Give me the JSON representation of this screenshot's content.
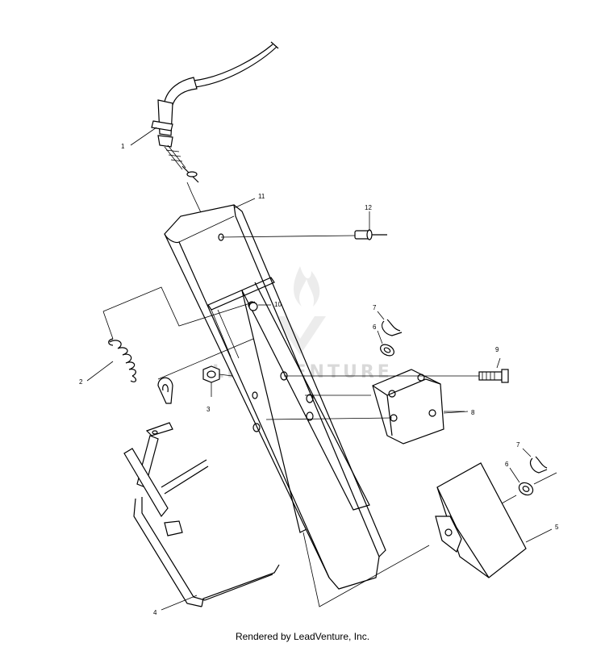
{
  "watermark": {
    "brand_text": "LEADVENTURE",
    "color": "#d9d9d9"
  },
  "callouts": [
    {
      "id": "1",
      "text": "1",
      "part": "throttle-cable"
    },
    {
      "id": "2",
      "text": "2",
      "part": "return-spring"
    },
    {
      "id": "3",
      "text": "3",
      "part": "nut"
    },
    {
      "id": "4",
      "text": "4",
      "part": "pedal-lever"
    },
    {
      "id": "5",
      "text": "5",
      "part": "stop-block"
    },
    {
      "id": "6a",
      "text": "6",
      "part": "washer-upper"
    },
    {
      "id": "6b",
      "text": "6",
      "part": "washer-lower"
    },
    {
      "id": "7a",
      "text": "7",
      "part": "cotter-pin-upper"
    },
    {
      "id": "7b",
      "text": "7",
      "part": "cotter-pin-lower"
    },
    {
      "id": "8",
      "text": "8",
      "part": "pedal-pad"
    },
    {
      "id": "9",
      "text": "9",
      "part": "bolt"
    },
    {
      "id": "10",
      "text": "10",
      "part": "bushing"
    },
    {
      "id": "11",
      "text": "11",
      "part": "pedal-plate"
    },
    {
      "id": "12",
      "text": "12",
      "part": "rivet"
    }
  ],
  "footer": {
    "credit": "Rendered by LeadVenture, Inc."
  }
}
